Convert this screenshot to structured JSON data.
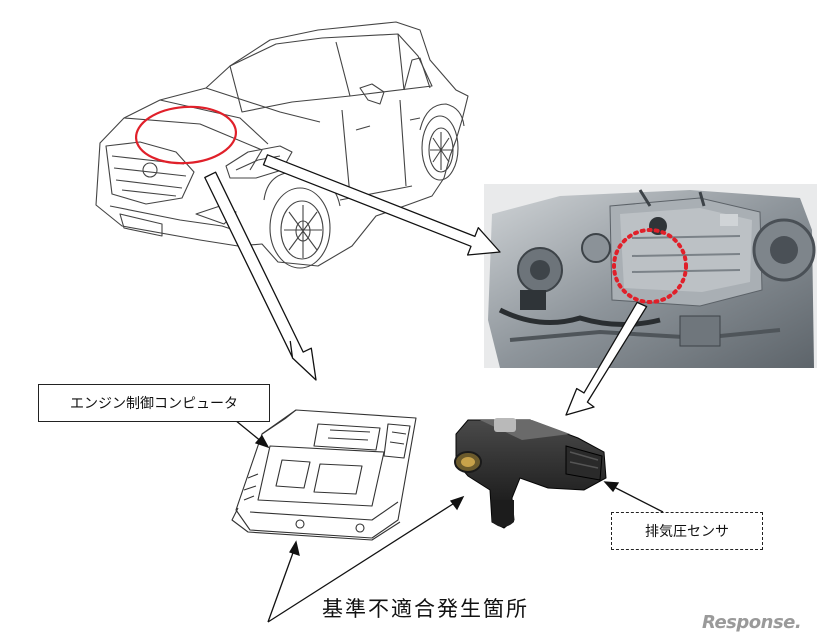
{
  "labels": {
    "ecu": "エンジン制御コンピュータ",
    "sensor": "排気圧センサ",
    "nonconformity": "基準不適合発生箇所"
  },
  "watermark": {
    "logo": "R",
    "text": "esponse."
  },
  "colors": {
    "highlight": "#e0202a",
    "line": "#222222"
  },
  "icons": {
    "vehicle": "suv-line-drawing",
    "engine": "engine-photo",
    "ecu": "ecu-unit-drawing",
    "sensor": "exhaust-pressure-sensor"
  }
}
